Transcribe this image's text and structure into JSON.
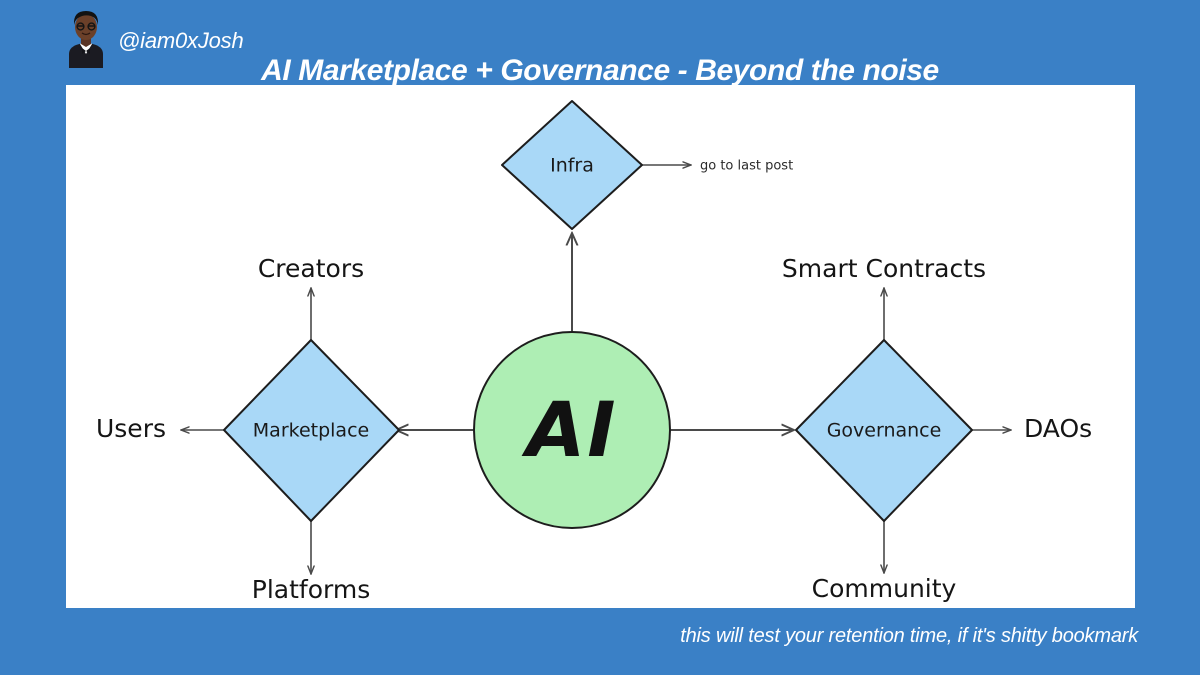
{
  "header": {
    "handle": "@iam0xJosh",
    "title": "AI Marketplace  + Governance - Beyond the noise",
    "avatar_icon": "person-avatar-icon"
  },
  "footer": {
    "caption": "this will test your retention time, if it's shitty bookmark"
  },
  "colors": {
    "background_blue": "#3a80c6",
    "panel_white": "#ffffff",
    "diamond_fill": "#a9d8f7",
    "circle_fill": "#aeeeb4",
    "stroke_dark": "#1d1d1d",
    "edge_gray": "#4a4a4a",
    "text_white": "#ffffff",
    "text_dark": "#151515"
  },
  "diagram": {
    "type": "node-link-mindmap",
    "center": {
      "id": "ai",
      "label": "AI",
      "shape": "circle",
      "fill": "#aeeeb4"
    },
    "branches": [
      {
        "id": "infra",
        "label": "Infra",
        "shape": "diamond",
        "fill": "#a9d8f7",
        "direction": "up",
        "leaves": [
          {
            "id": "go-to-last-post",
            "label": "go to last post",
            "direction": "right",
            "style": "note"
          }
        ]
      },
      {
        "id": "marketplace",
        "label": "Marketplace",
        "shape": "diamond",
        "fill": "#a9d8f7",
        "direction": "left",
        "leaves": [
          {
            "id": "creators",
            "label": "Creators",
            "direction": "up"
          },
          {
            "id": "users",
            "label": "Users",
            "direction": "left"
          },
          {
            "id": "platforms",
            "label": "Platforms",
            "direction": "down"
          }
        ]
      },
      {
        "id": "governance",
        "label": "Governance",
        "shape": "diamond",
        "fill": "#a9d8f7",
        "direction": "right",
        "leaves": [
          {
            "id": "smart-contracts",
            "label": "Smart Contracts",
            "direction": "up"
          },
          {
            "id": "daos",
            "label": "DAOs",
            "direction": "right"
          },
          {
            "id": "community",
            "label": "Community",
            "direction": "down"
          }
        ]
      }
    ]
  }
}
